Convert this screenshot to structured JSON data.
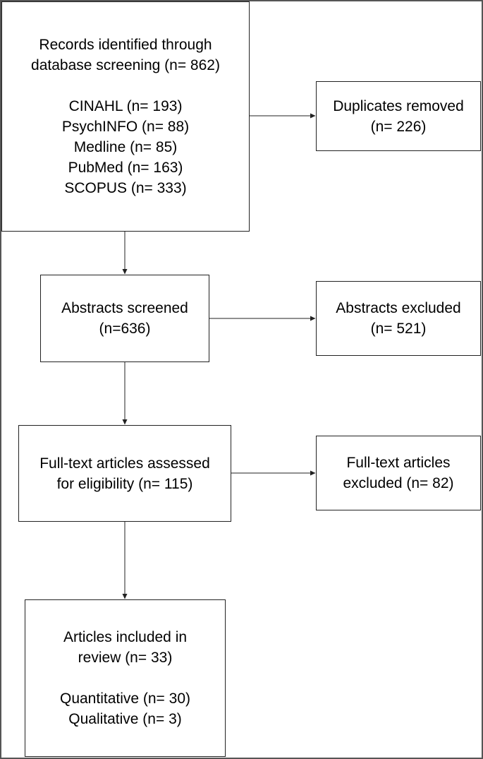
{
  "identification": {
    "line1": "Records identified through",
    "line2": "database screening (n= 862)",
    "databases": [
      "CINAHL (n= 193)",
      "PsychINFO (n= 88)",
      "Medline (n= 85)",
      "PubMed (n= 163)",
      "SCOPUS (n= 333)"
    ]
  },
  "duplicates": {
    "line1": "Duplicates removed",
    "line2": "(n= 226)"
  },
  "screening": {
    "line1": "Abstracts screened",
    "line2": "(n=636)"
  },
  "abstracts_excluded": {
    "line1": "Abstracts excluded",
    "line2": "(n= 521)"
  },
  "eligibility": {
    "line1": "Full-text articles assessed",
    "line2": "for eligibility (n= 115)"
  },
  "fulltext_excluded": {
    "line1": "Full-text articles",
    "line2": "excluded (n= 82)"
  },
  "included": {
    "line1": "Articles included in",
    "line2": "review (n= 33)",
    "breakdown": [
      "Quantitative (n= 30)",
      "Qualitative (n= 3)"
    ]
  },
  "colors": {
    "box_border": "#222222",
    "frame_border": "#555555",
    "arrow": "#222222"
  }
}
